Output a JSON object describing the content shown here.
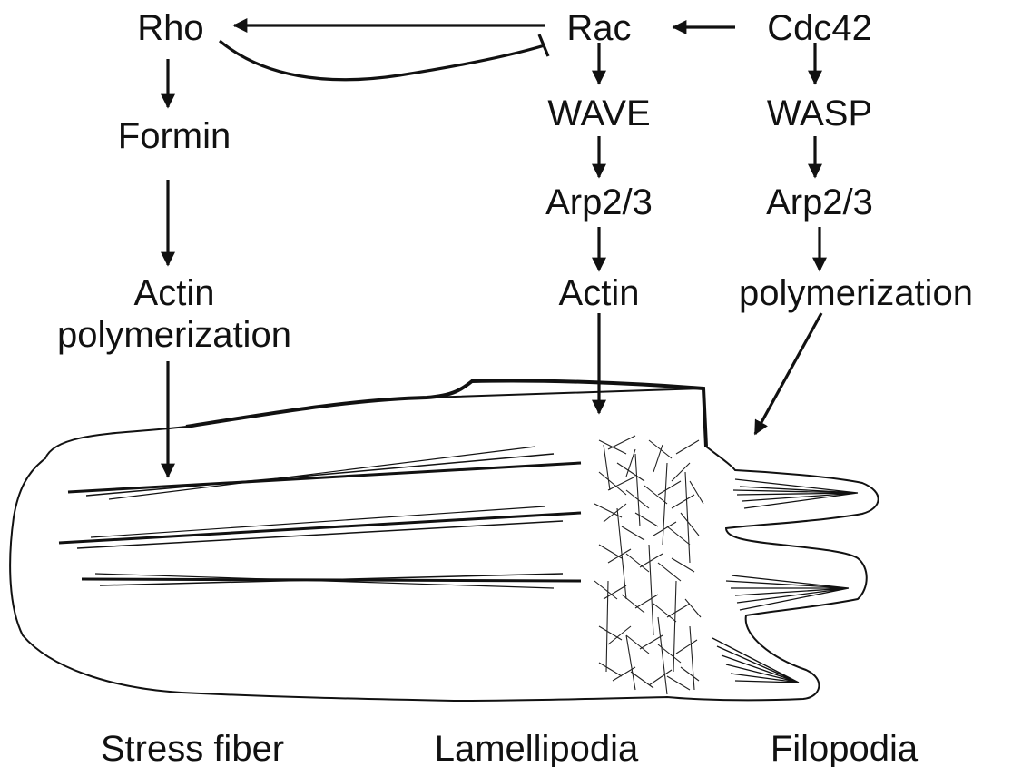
{
  "nodes": {
    "rho": "Rho",
    "rac": "Rac",
    "cdc42": "Cdc42",
    "formin": "Formin",
    "wave": "WAVE",
    "wasp": "WASP",
    "arp23_rac": "Arp2/3",
    "arp23_cdc42": "Arp2/3",
    "actin_poly_line1": "Actin",
    "actin_poly_line2": "polymerization",
    "actin_rac": "Actin",
    "polymerization_cdc42": "polymerization"
  },
  "regions": {
    "stress_fiber": "Stress fiber",
    "lamellipodia": "Lamellipodia",
    "filopodia": "Filopodia"
  },
  "edges": [
    {
      "from": "rac",
      "to": "rho",
      "type": "activation"
    },
    {
      "from": "rho",
      "to": "rac",
      "type": "inhibition"
    },
    {
      "from": "cdc42",
      "to": "rac",
      "type": "activation"
    },
    {
      "from": "rho",
      "to": "formin",
      "type": "activation"
    },
    {
      "from": "formin",
      "to": "actin_poly",
      "type": "activation"
    },
    {
      "from": "actin_poly",
      "to": "stress_fiber",
      "type": "activation"
    },
    {
      "from": "rac",
      "to": "wave",
      "type": "activation"
    },
    {
      "from": "wave",
      "to": "arp23_rac",
      "type": "activation"
    },
    {
      "from": "arp23_rac",
      "to": "actin_rac",
      "type": "activation"
    },
    {
      "from": "actin_rac",
      "to": "lamellipodia",
      "type": "activation"
    },
    {
      "from": "cdc42",
      "to": "wasp",
      "type": "activation"
    },
    {
      "from": "wasp",
      "to": "arp23_cdc42",
      "type": "activation"
    },
    {
      "from": "arp23_cdc42",
      "to": "polymerization_cdc42",
      "type": "activation"
    },
    {
      "from": "polymerization_cdc42",
      "to": "filopodia",
      "type": "activation"
    }
  ]
}
